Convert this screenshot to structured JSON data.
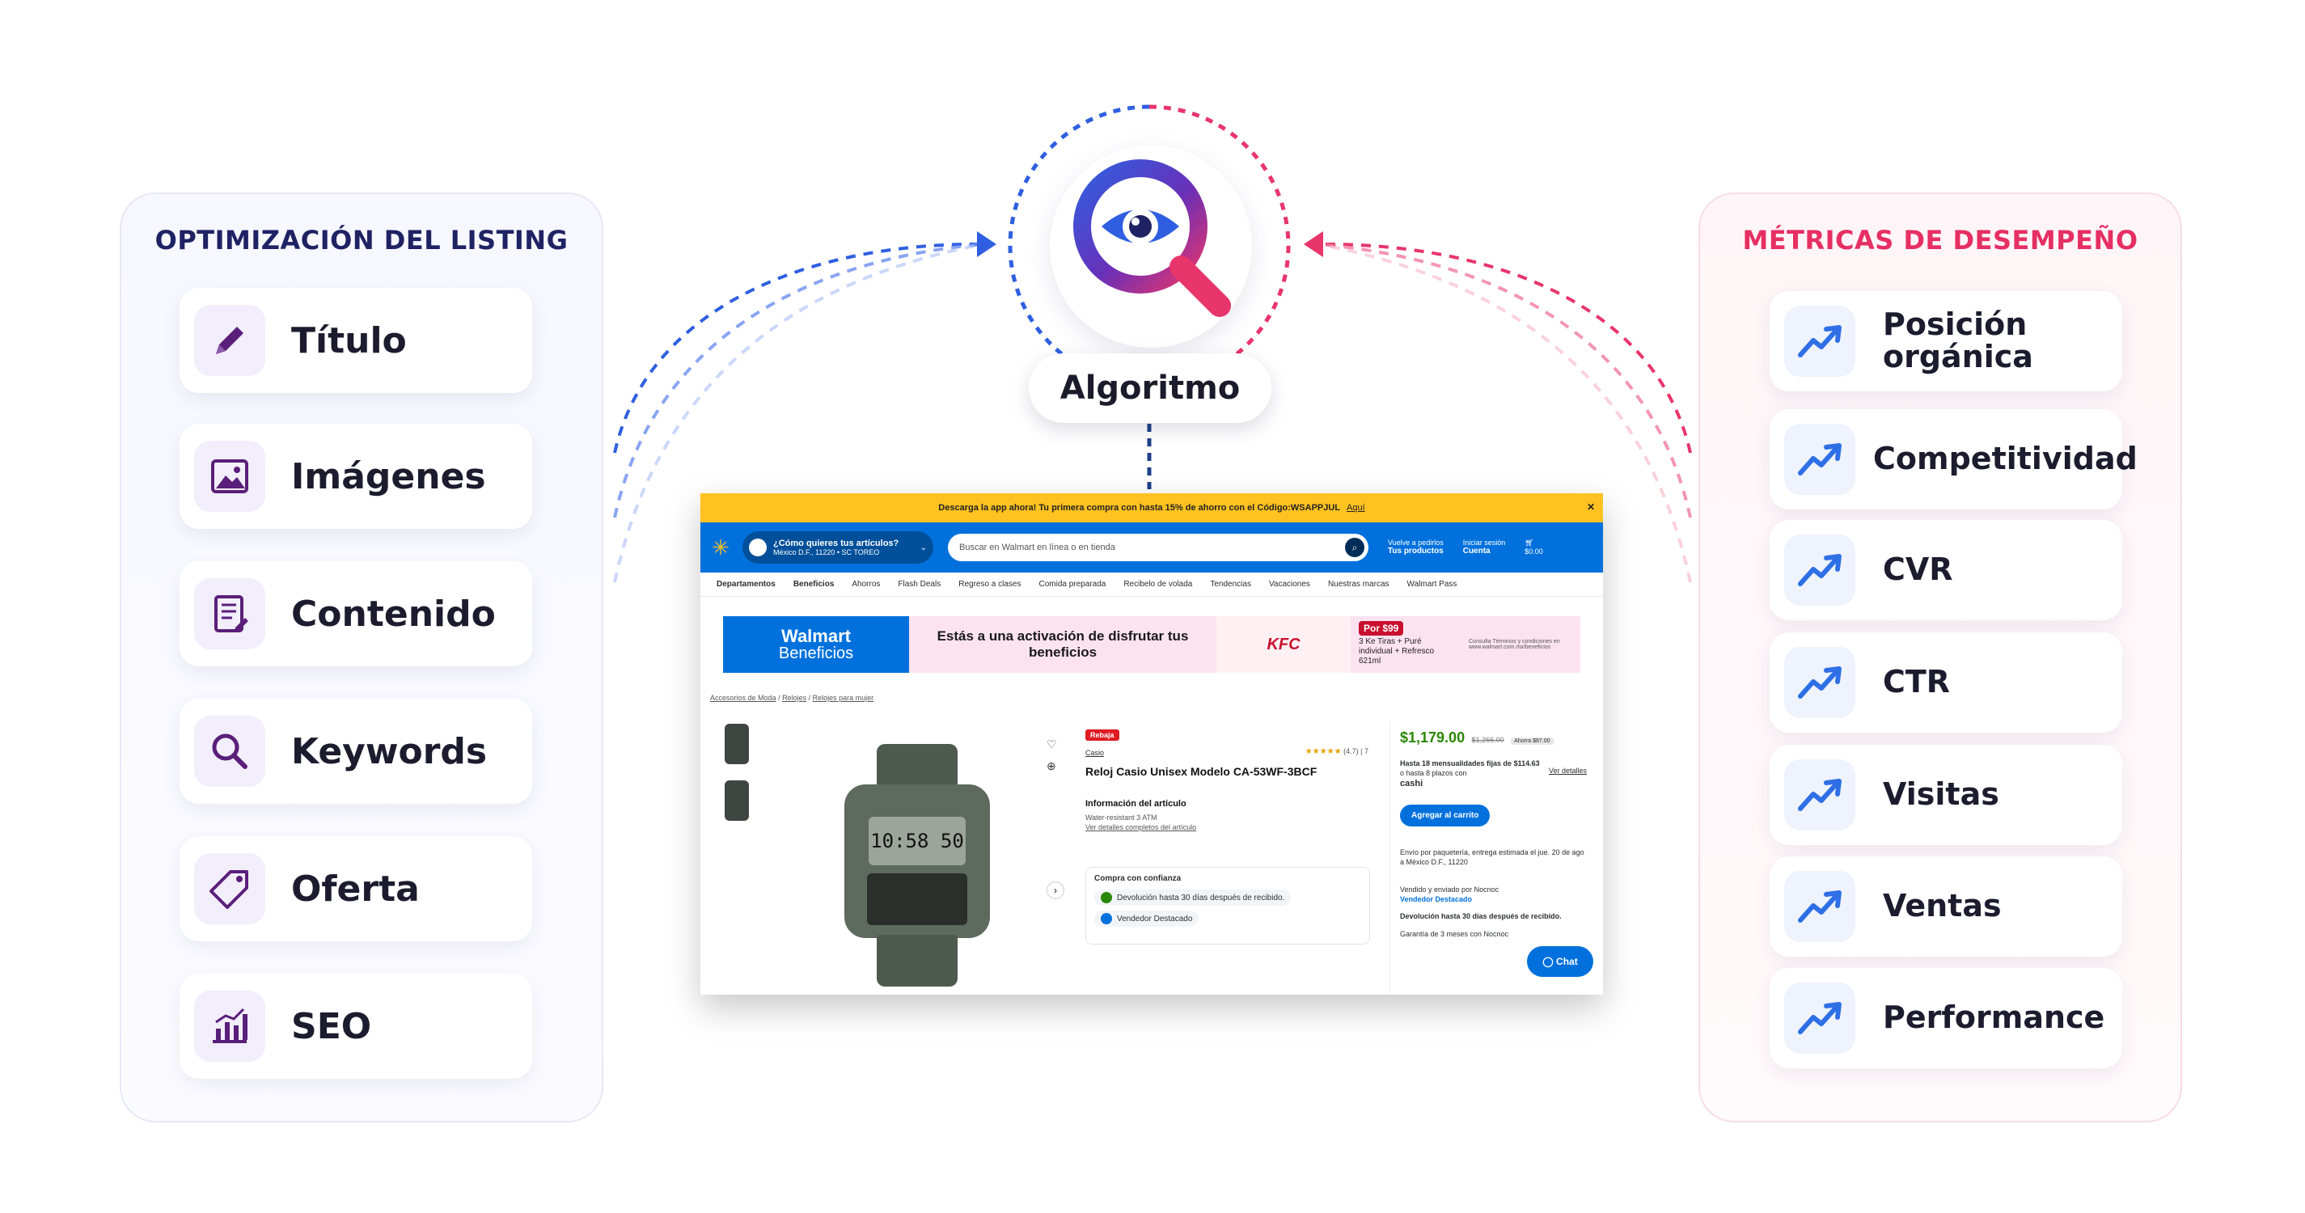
{
  "left_panel": {
    "title": "OPTIMIZACIÓN DEL LISTING",
    "items": [
      {
        "label": "Título",
        "icon": "pencil-icon"
      },
      {
        "label": "Imágenes",
        "icon": "image-icon"
      },
      {
        "label": "Contenido",
        "icon": "document-icon"
      },
      {
        "label": "Keywords",
        "icon": "search-icon"
      },
      {
        "label": "Oferta",
        "icon": "tag-icon"
      },
      {
        "label": "SEO",
        "icon": "bar-chart-icon"
      }
    ]
  },
  "right_panel": {
    "title": "MÉTRICAS DE DESEMPEÑO",
    "items": [
      {
        "label": "Posición orgánica",
        "icon": "trend-up-icon"
      },
      {
        "label": "Competitividad",
        "icon": "trend-up-icon"
      },
      {
        "label": "CVR",
        "icon": "trend-up-icon"
      },
      {
        "label": "CTR",
        "icon": "trend-up-icon"
      },
      {
        "label": "Visitas",
        "icon": "trend-up-icon"
      },
      {
        "label": "Ventas",
        "icon": "trend-up-icon"
      },
      {
        "label": "Performance",
        "icon": "trend-up-icon"
      }
    ]
  },
  "center": {
    "label": "Algoritmo",
    "icon": "eye-magnifier-icon"
  },
  "colors": {
    "navy": "#1f2363",
    "pink": "#e62f63",
    "blue_line": "#2f5fe0",
    "pink_line": "#e8356b",
    "purple_icon": "#5a1f7a",
    "walmart_blue": "#0071dc",
    "walmart_yellow": "#ffc220"
  },
  "screenshot": {
    "promo": "Descarga la app ahora! Tu primera compra con hasta 15% de ahorro con el Código:WSAPPJUL",
    "promo_link": "Aquí",
    "location_title": "¿Cómo quieres tus artículos?",
    "location_sub": "México D.F., 11220 • SC TOREO",
    "search_placeholder": "Buscar en Walmart en línea o en tienda",
    "reorder_line1": "Vuelve a pedirlos",
    "reorder_line2": "Tus productos",
    "login_line1": "Iniciar sesión",
    "login_line2": "Cuenta",
    "cart_amount": "$0.00",
    "nav": [
      "Departamentos",
      "Beneficios",
      "Ahorros",
      "Flash Deals",
      "Regreso a clases",
      "Comida preparada",
      "Recibelo de volada",
      "Tendencias",
      "Vacaciones",
      "Nuestras marcas",
      "Walmart Pass"
    ],
    "banner_brand": "Walmart",
    "banner_brand_sub": "Beneficios",
    "banner_message": "Estás a una activación de disfrutar tus beneficios",
    "banner_kfc": "KFC",
    "banner_price_tag": "Por $99",
    "banner_combo": "3 Ke Tiras + Puré individual + Refresco 621ml",
    "banner_fine": "Consulta Términos y condiciones en www.walmart.com.mx/beneficios",
    "crumbs": [
      "Accesorios de Moda",
      "Relojes",
      "Relojes para mujer"
    ],
    "badge": "Rebaja",
    "brand": "Casio",
    "rating": "(4.7)",
    "reviews": "7",
    "product_name": "Reloj Casio Unisex Modelo CA-53WF-3BCF",
    "watch_time": "10:58 50",
    "info_heading": "Información del artículo",
    "info_line": "Water-resistant 3 ATM",
    "info_link": "Ver detalles completos del artículo",
    "confidence_heading": "Compra con confianza",
    "confidence_return": "Devolución hasta 30 días después de recibido.",
    "confidence_seller": "Vendedor Destacado",
    "price": "$1,179.00",
    "old_price": "$1,266.00",
    "savings": "Ahorra $87.00",
    "installments": "Hasta 18 mensualidades fijas de $114.63",
    "cashi_line": "o hasta 8 plazos con",
    "cashi": "cashi",
    "details_link": "Ver detalles",
    "add_to_cart": "Agregar al carrito",
    "shipping": "Envío por paquetería, entrega estimada el jue. 20 de ago a México D.F., 11220",
    "sold_by": "Vendido y enviado por Nocnoc",
    "seller_badge": "Vendedor Destacado",
    "return_policy": "Devolución hasta 30 días después de recibido.",
    "warranty": "Garantía de 3 meses con Nocnoc",
    "chat": "Chat"
  }
}
